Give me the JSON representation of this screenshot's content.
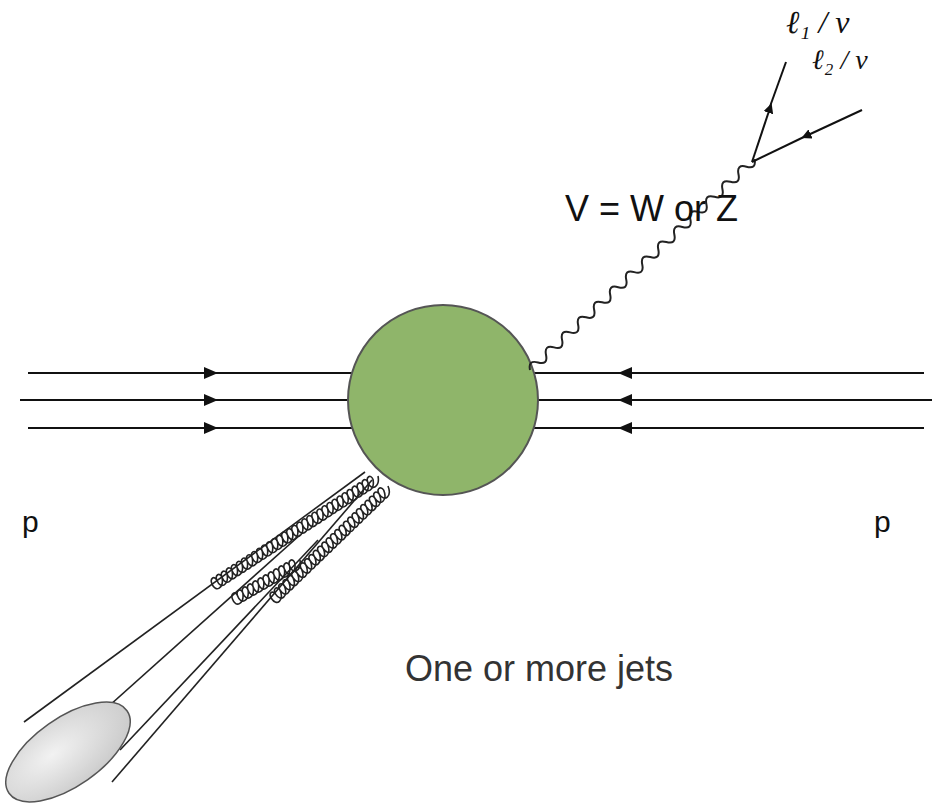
{
  "diagram": {
    "nodes": [
      {
        "text": [
          "p"
        ]
      },
      {
        "text": [
          "p"
        ]
      }
    ],
    "labels": [
      "ℓ₁ / ν",
      "ℓ₂ / ν",
      "V = W or Z",
      "One or more jets"
    ]
  }
}
